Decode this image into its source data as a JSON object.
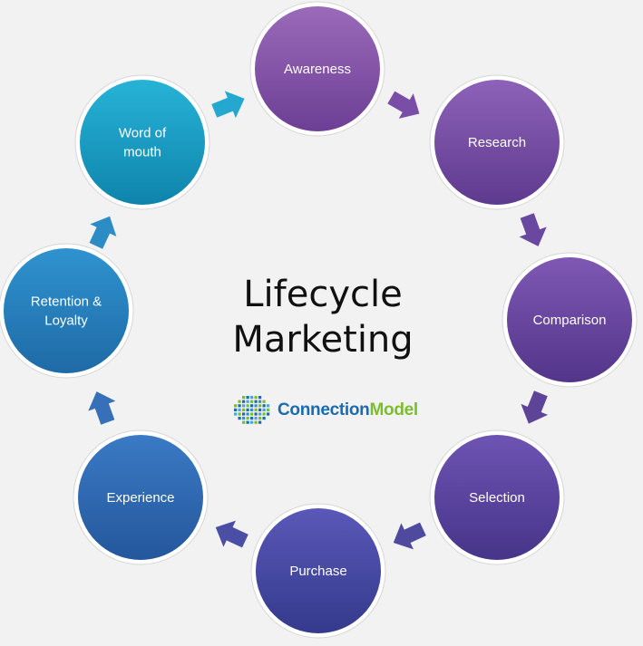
{
  "title_lines": [
    "Lifecycle",
    "Marketing"
  ],
  "logo": {
    "part1": "Connection",
    "part2": "Model"
  },
  "stages": [
    {
      "label_lines": [
        "Awareness"
      ],
      "color_top": "#9b6ab9",
      "color_bottom": "#6c3f95"
    },
    {
      "label_lines": [
        "Research"
      ],
      "color_top": "#8d62b8",
      "color_bottom": "#5e3a8f"
    },
    {
      "label_lines": [
        "Comparison"
      ],
      "color_top": "#7f58b4",
      "color_bottom": "#52358a"
    },
    {
      "label_lines": [
        "Selection"
      ],
      "color_top": "#6e53b3",
      "color_bottom": "#463589"
    },
    {
      "label_lines": [
        "Purchase"
      ],
      "color_top": "#5a58b8",
      "color_bottom": "#343a8c"
    },
    {
      "label_lines": [
        "Experience"
      ],
      "color_top": "#3a7ac4",
      "color_bottom": "#24579c"
    },
    {
      "label_lines": [
        "Retention &",
        "Loyalty"
      ],
      "color_top": "#2f93cf",
      "color_bottom": "#1e6aa6"
    },
    {
      "label_lines": [
        "Word of",
        "mouth"
      ],
      "color_top": "#27b3d6",
      "color_bottom": "#0f84ac"
    }
  ]
}
